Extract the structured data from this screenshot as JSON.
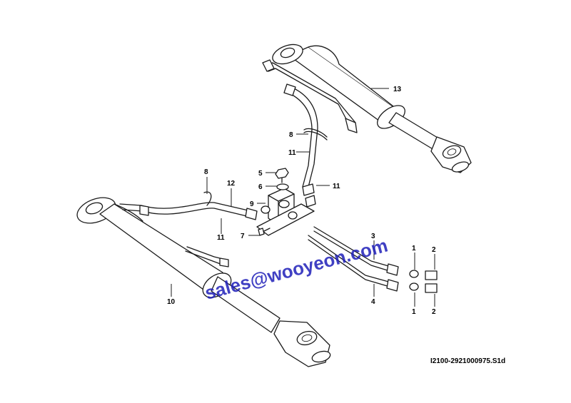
{
  "drawing_id": "I2100-2921000975.S1d",
  "watermark": "sales@wooyeon.com",
  "colors": {
    "line": "#1a1a1a",
    "watermark": "#1f1fb8",
    "background": "#ffffff"
  },
  "callouts": {
    "c13": "13",
    "c8a": "8",
    "c11a": "11",
    "c5": "5",
    "c6": "6",
    "c11b": "11",
    "c9": "9",
    "c7": "7",
    "c8b": "8",
    "c12": "12",
    "c11c": "11",
    "c10": "10",
    "c3": "3",
    "c4": "4",
    "c1a": "1",
    "c2a": "2",
    "c1b": "1",
    "c2b": "2"
  }
}
